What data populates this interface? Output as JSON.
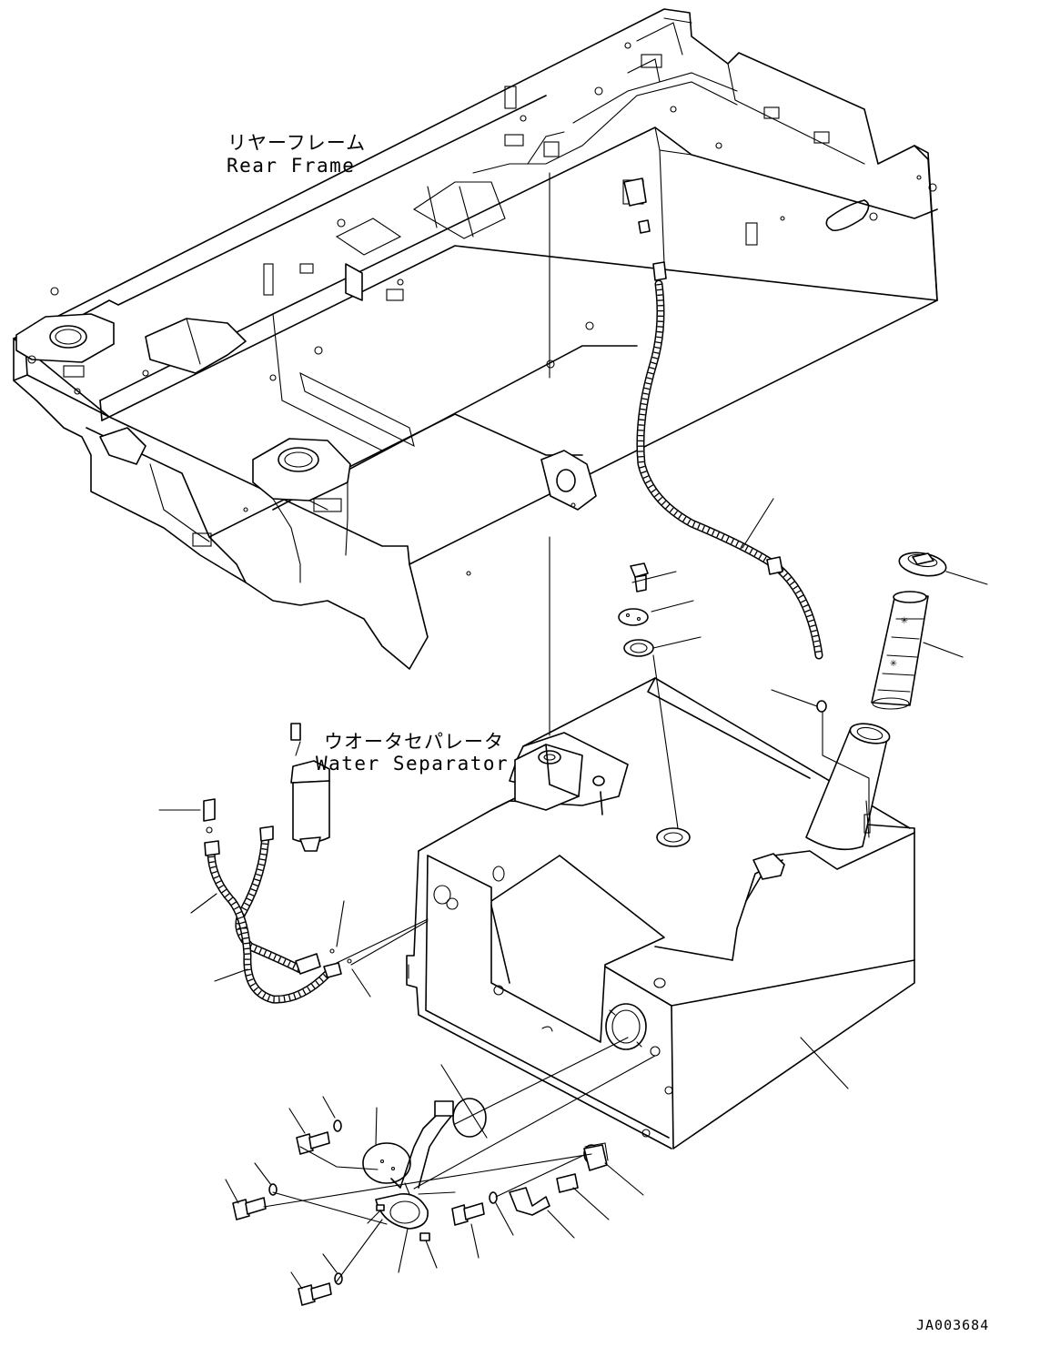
{
  "labels": {
    "rear_frame_jp": "リヤーフレーム",
    "rear_frame_en": "Rear Frame",
    "water_separator_jp": "ウオータセパレータ",
    "water_separator_en": "Water Separator",
    "drawing_code": "JA003684"
  },
  "colors": {
    "line": "#000000",
    "background": "#ffffff"
  },
  "icons": [
    "rear-frame-drawing",
    "fuel-tank-drawing",
    "water-separator-drawing",
    "fuel-hose-drawing",
    "filler-pipe-drawing",
    "tank-cap-drawing",
    "strainer-drawing",
    "fuel-gauge-sender-drawing",
    "bolt-drawing",
    "washer-drawing",
    "clamp-drawing",
    "leader-line"
  ]
}
